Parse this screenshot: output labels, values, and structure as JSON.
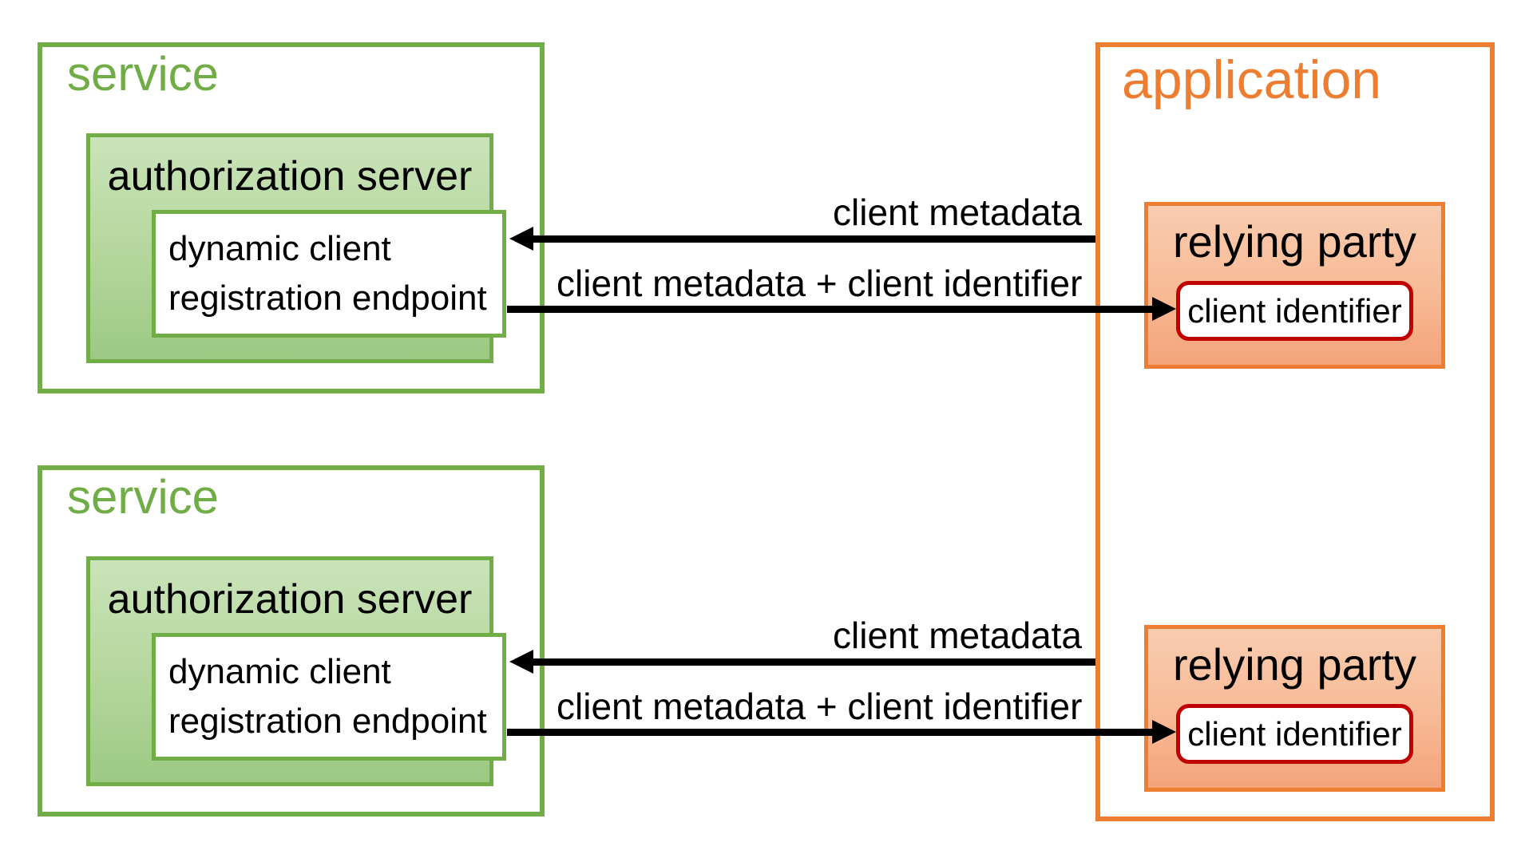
{
  "colors": {
    "green": "#70AD47",
    "green_fill_top": "#CAE3BA",
    "green_fill_bottom": "#9CC983",
    "orange": "#ED7D31",
    "orange_fill_top": "#F9CCB0",
    "orange_fill_bottom": "#F4A37B",
    "red": "#C00000",
    "arrow_black": "#000000",
    "text_black": "#000000"
  },
  "services": [
    {
      "label": "service",
      "server_label": "authorization server",
      "endpoint_label": "dynamic client registration endpoint"
    },
    {
      "label": "service",
      "server_label": "authorization server",
      "endpoint_label": "dynamic client registration endpoint"
    }
  ],
  "application": {
    "label": "application",
    "relying_parties": [
      {
        "label": "relying party",
        "identifier_label": "client identifier"
      },
      {
        "label": "relying party",
        "identifier_label": "client identifier"
      }
    ]
  },
  "arrows": [
    {
      "label": "client metadata",
      "direction": "left"
    },
    {
      "label": "client metadata + client identifier",
      "direction": "right"
    },
    {
      "label": "client metadata",
      "direction": "left"
    },
    {
      "label": "client metadata + client identifier",
      "direction": "right"
    }
  ]
}
